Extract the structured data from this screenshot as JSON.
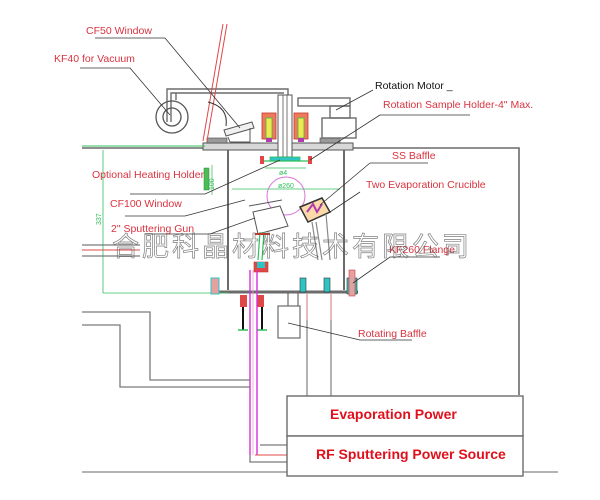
{
  "diagram": {
    "title": "Vacuum deposition chamber schematic",
    "labels": {
      "cf50_window": "CF50 Window",
      "kf40_vacuum": "KF40 for Vacuum",
      "rotation_motor": "Rotation Motor _",
      "rotation_sample_holder": "Rotation Sample Holder-4\" Max.",
      "optional_heating_holder": "Optional Heating Holder",
      "ss_baffle": "SS Baffle",
      "cf100_window": "CF100 Window",
      "two_evaporation_crucible": "Two Evaporation  Crucible",
      "sputtering_gun": "2\" Sputtering Gun",
      "kf260_flange": "KF260 Flange",
      "rotating_baffle": "Rotating Baffle"
    },
    "power_boxes": {
      "evaporation_power": "Evaporation Power",
      "rf_sputtering_power": "RF Sputtering Power Source"
    },
    "dimensions": {
      "holder_diameter": "ø4",
      "chamber_diameter": "ø260",
      "heater_height": "100",
      "chamber_height": "337"
    },
    "watermark": "合肥科晶材料技术有限公司",
    "colors": {
      "label_red": "#d9333f",
      "frame_gray": "#6b6b6b",
      "dim_green": "#2fbf5a",
      "magenta": "#d82fd8",
      "cyan": "#2ec4c4"
    }
  }
}
